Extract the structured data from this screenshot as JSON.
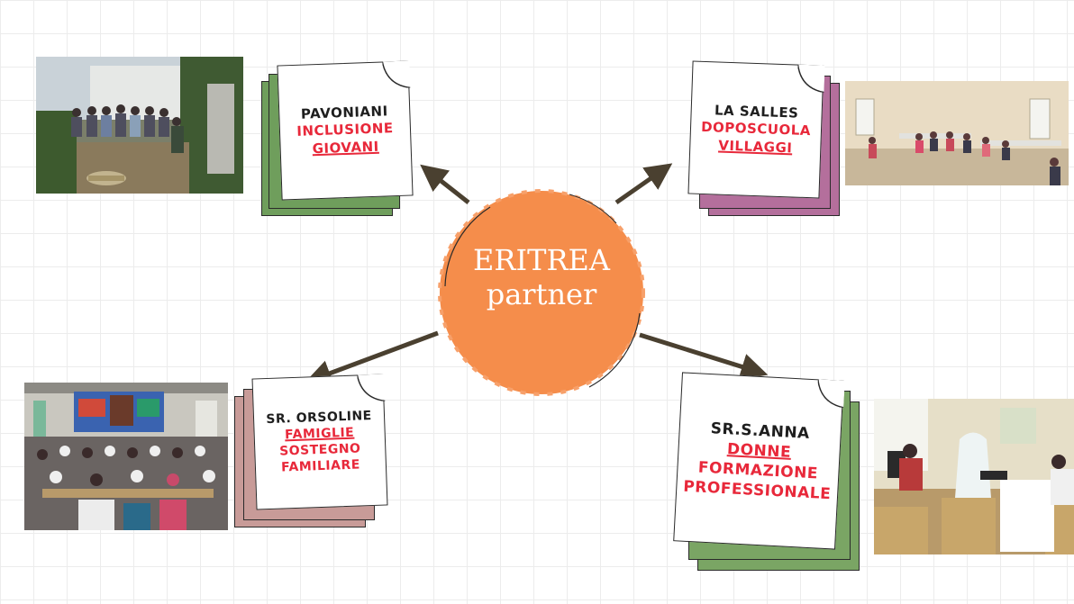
{
  "center": {
    "line1": "ERITREA",
    "line2": "partner",
    "color": "#f58d4b"
  },
  "nodes": {
    "pavoniani": {
      "title": "PAVONIANI",
      "line1": "INCLUSIONE",
      "line2": "GIOVANI",
      "color": "#6f9e5c"
    },
    "lasalles": {
      "title": "LA SALLES",
      "line1": "DOPOSCUOLA",
      "line2": "VILLAGGI",
      "color": "#b46f9c"
    },
    "orsoline": {
      "title": "SR. ORSOLINE",
      "line1": "FAMIGLIE",
      "line2": "SOSTEGNO",
      "line3": "FAMILIARE",
      "color": "#c89b98"
    },
    "santanna": {
      "title": "SR.S.ANNA",
      "line1": "DONNE",
      "line2": "FORMAZIONE",
      "line3": "PROFESSIONALE",
      "color": "#7aa564"
    }
  },
  "colors": {
    "text_red": "#e8283a",
    "arrow": "#4a4030"
  }
}
